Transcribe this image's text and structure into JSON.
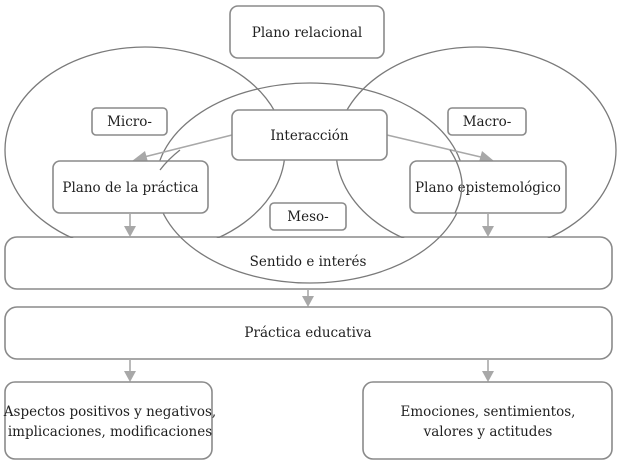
{
  "diagram": {
    "top": {
      "label": "Plano relacional"
    },
    "levels": {
      "micro": "Micro-",
      "meso": "Meso-",
      "macro": "Macro-"
    },
    "interaction": "Interacción",
    "practice_plane": "Plano de la práctica",
    "epistemological_plane": "Plano epistemológico",
    "meaning": "Sentido e interés",
    "educational_practice": "Práctica educativa",
    "outcomes": {
      "left": [
        "Aspectos positivos y negativos,",
        "implicaciones, modificaciones"
      ],
      "right": [
        "Emociones, sentimientos,",
        "valores y actitudes"
      ]
    },
    "colors": {
      "box_border": "#8a8a8a",
      "ellipse_stroke": "#7a7a7a",
      "arrow": "#a8a8a8",
      "text": "#1f1f1f"
    }
  }
}
